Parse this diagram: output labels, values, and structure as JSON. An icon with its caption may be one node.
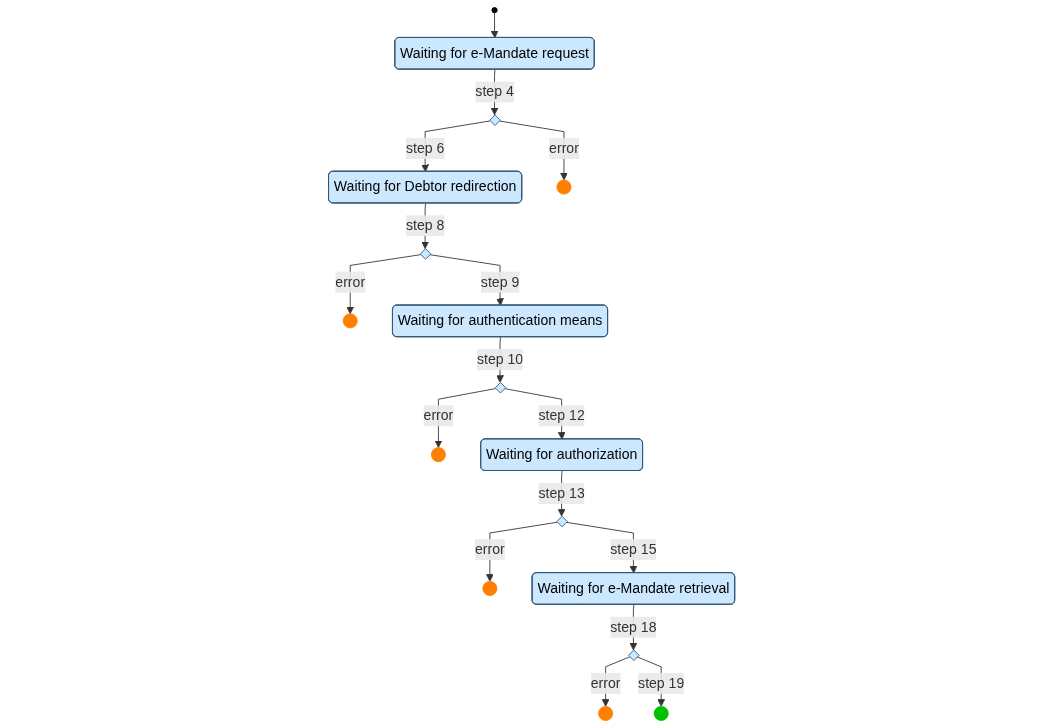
{
  "diagram": {
    "nodes": [
      {
        "text": [
          "Waiting for e-Mandate request"
        ]
      },
      {
        "text": [],
        "shape": "diamond"
      },
      {
        "text": [
          "Waiting for Debtor redirection"
        ]
      },
      {
        "text": [],
        "shape": "circle"
      },
      {
        "text": [],
        "shape": "circle"
      },
      {
        "text": [],
        "shape": "circle"
      },
      {
        "text": [],
        "shape": "diamond"
      },
      {
        "text": [
          "Waiting for authentication means"
        ]
      },
      {
        "text": [],
        "shape": "circle"
      },
      {
        "text": [],
        "shape": "diamond"
      },
      {
        "text": [],
        "shape": "circle"
      },
      {
        "text": [],
        "shape": "circle"
      },
      {
        "text": [],
        "shape": "circle"
      },
      {
        "text": [],
        "shape": "diamond"
      },
      {
        "text": [
          "Waiting for e-Mandate retrieval"
        ]
      },
      {
        "text": [],
        "shape": "diamond"
      },
      {
        "text": [
          "Waiting for authorization"
        ]
      }
    ],
    "edges": [
      {
        "from": 4,
        "to": 0,
        "arrow": "to"
      },
      {
        "from": 0,
        "to": 1,
        "arrow": "to",
        "label": "step 4"
      },
      {
        "from": 1,
        "to": 2,
        "arrow": "to",
        "label": "step 6"
      },
      {
        "from": 1,
        "to": 3,
        "arrow": "to",
        "label": "error"
      },
      {
        "from": 2,
        "to": 6,
        "arrow": "to",
        "label": "step 8"
      },
      {
        "from": 6,
        "to": 5,
        "arrow": "to",
        "label": "error"
      },
      {
        "from": 6,
        "to": 7,
        "arrow": "to",
        "label": "step 9"
      },
      {
        "from": 7,
        "to": 13,
        "arrow": "to",
        "label": "step 10"
      },
      {
        "from": 13,
        "to": 12,
        "arrow": "to",
        "label": "error"
      },
      {
        "from": 13,
        "to": 16,
        "arrow": "to",
        "label": "step 12"
      },
      {
        "from": 16,
        "to": 15,
        "arrow": "to",
        "label": "step 13"
      },
      {
        "from": 15,
        "to": 11,
        "arrow": "to",
        "label": "error"
      },
      {
        "from": 15,
        "to": 14,
        "arrow": "to",
        "label": "step 15"
      },
      {
        "from": 14,
        "to": 9,
        "arrow": "to",
        "label": "step 18"
      },
      {
        "from": 9,
        "to": 10,
        "arrow": "to",
        "label": "error"
      },
      {
        "from": 9,
        "to": 8,
        "arrow": "to",
        "label": "step 19"
      }
    ]
  }
}
